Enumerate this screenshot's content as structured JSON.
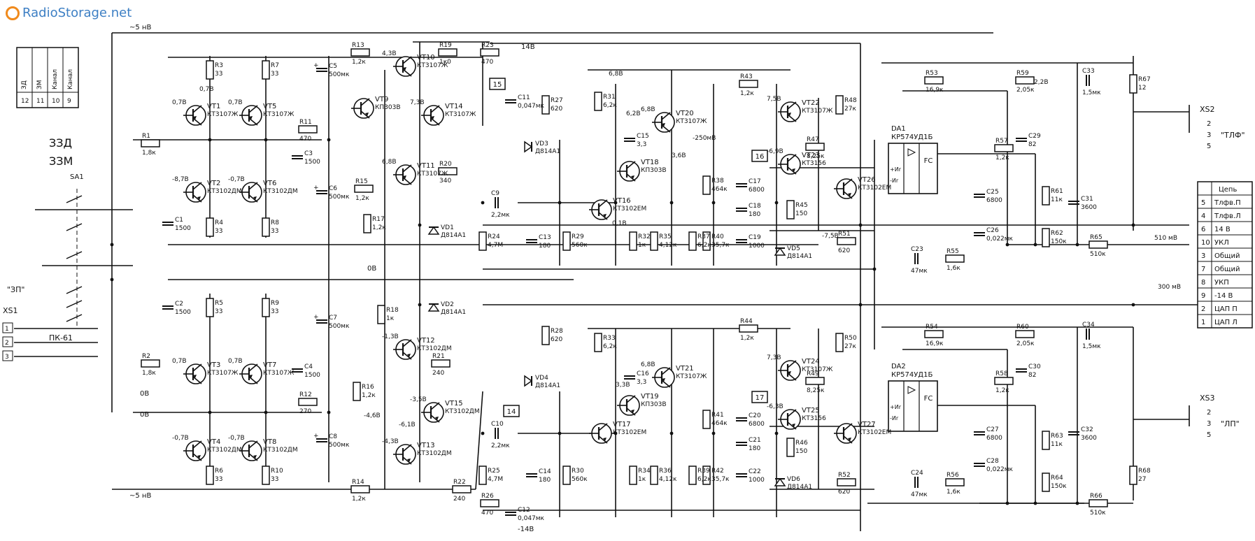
{
  "watermark": {
    "text": "RadioStorage.net"
  },
  "colors": {
    "ink": "#111111",
    "background": "#ffffff",
    "watermark": "#3d7fc4"
  },
  "rails": {
    "top": "~5 нВ",
    "bottom": "~5 нВ",
    "neg_supply": "-14В",
    "pos_supply": "14В",
    "dc_label_1": "0В",
    "dc_label_2": "0В",
    "dc_label_3": "0В"
  },
  "switch": {
    "ref": "SA1",
    "group": "ПК-61",
    "legend_1": "ЗЗД",
    "legend_2": "ЗЗМ",
    "header": [
      "ЗД",
      "ЗМ",
      "Канал",
      "Канал"
    ]
  },
  "connectors": {
    "xs1": {
      "name": "XS1",
      "quote": "\"ЗП\"",
      "pins": [
        "1",
        "2",
        "3"
      ]
    },
    "xs2": {
      "name": "XS2",
      "quote": "\"ТЛФ\"",
      "pins": [
        "2",
        "3",
        "5"
      ]
    },
    "xs3": {
      "name": "XS3",
      "quote": "\"ЛП\"",
      "pins": [
        "2",
        "3",
        "5"
      ]
    }
  },
  "pinout_table": {
    "title": "Цепь",
    "rows": [
      {
        "pin": "5",
        "name": "Тлфв.П"
      },
      {
        "pin": "4",
        "name": "Тлфв.Л"
      },
      {
        "pin": "6",
        "name": "14 В"
      },
      {
        "pin": "10",
        "name": "УКЛ"
      },
      {
        "pin": "3",
        "name": "Общий"
      },
      {
        "pin": "7",
        "name": "Общий"
      },
      {
        "pin": "8",
        "name": "УКП"
      },
      {
        "pin": "9",
        "name": "-14 В"
      },
      {
        "pin": "2",
        "name": "ЦАП П"
      },
      {
        "pin": "1",
        "name": "ЦАП Л"
      }
    ],
    "note_1": "510 мВ",
    "note_2": "300 мВ"
  },
  "ics": [
    {
      "ref": "DA1",
      "part": "КР574УД1Б",
      "pin_in1": "+Иr",
      "pin_in2": "-Иr",
      "block": "FC"
    },
    {
      "ref": "DA2",
      "part": "КР574УД1Б",
      "pin_in1": "+Иr",
      "pin_in2": "-Иr",
      "block": "FC"
    }
  ],
  "transistors": [
    {
      "ref": "VT1",
      "part": "КТ3107Ж",
      "v": "0,7В"
    },
    {
      "ref": "VT2",
      "part": "КТ3102ДМ",
      "v": "-8,7В"
    },
    {
      "ref": "VT3",
      "part": "КТ3107Ж",
      "v": "0,7В"
    },
    {
      "ref": "VT4",
      "part": "КТ3102ДМ",
      "v": "-0,7В"
    },
    {
      "ref": "VT5",
      "part": "КТ3107Ж",
      "v": "0,7В"
    },
    {
      "ref": "VT6",
      "part": "КТ3102ДМ",
      "v": "-0,7В"
    },
    {
      "ref": "VT7",
      "part": "КТ3107Ж",
      "v": "0,7В"
    },
    {
      "ref": "VT8",
      "part": "КТ3102ДМ",
      "v": "-0,7В"
    },
    {
      "ref": "VT9",
      "part": "КП303В",
      "v": ""
    },
    {
      "ref": "VT10",
      "part": "КТ3107Ж",
      "v": "4,3В"
    },
    {
      "ref": "VT11",
      "part": "КТ3107Ж",
      "v": "6,8В"
    },
    {
      "ref": "VT12",
      "part": "КТ3102ДМ",
      "v": "-1,3В"
    },
    {
      "ref": "VT13",
      "part": "КТ3102ДМ",
      "v": "-4,3В"
    },
    {
      "ref": "VT14",
      "part": "КТ3107Ж",
      "v": "7,3В"
    },
    {
      "ref": "VT15",
      "part": "КТ3102ДМ",
      "v": "-3,5В"
    },
    {
      "ref": "VT16",
      "part": "КТ3102ЕМ",
      "v": ""
    },
    {
      "ref": "VT17",
      "part": "КТ3102ЕМ",
      "v": ""
    },
    {
      "ref": "VT18",
      "part": "КП303В",
      "v": ""
    },
    {
      "ref": "VT19",
      "part": "КП303В",
      "v": ""
    },
    {
      "ref": "VT20",
      "part": "КТ3107Ж",
      "v": "6,8В"
    },
    {
      "ref": "VT21",
      "part": "КТ3107Ж",
      "v": "6,8В"
    },
    {
      "ref": "VT22",
      "part": "КТ3107Ж",
      "v": "7,5В"
    },
    {
      "ref": "VT23",
      "part": "КТ3156",
      "v": "-6,9В"
    },
    {
      "ref": "VT24",
      "part": "КТ3107Ж",
      "v": "7,3В"
    },
    {
      "ref": "VT25",
      "part": "КТ3156",
      "v": "-6,3В"
    },
    {
      "ref": "VT26",
      "part": "КТ3102ЕМ",
      "v": ""
    },
    {
      "ref": "VT27",
      "part": "КТ3102ЕМ",
      "v": ""
    }
  ],
  "resistors": [
    {
      "ref": "R1",
      "val": "1,8к"
    },
    {
      "ref": "R2",
      "val": "1,8к"
    },
    {
      "ref": "R3",
      "val": "33"
    },
    {
      "ref": "R4",
      "val": "33"
    },
    {
      "ref": "R5",
      "val": "33"
    },
    {
      "ref": "R6",
      "val": "33"
    },
    {
      "ref": "R7",
      "val": "33"
    },
    {
      "ref": "R8",
      "val": "33"
    },
    {
      "ref": "R9",
      "val": "33"
    },
    {
      "ref": "R10",
      "val": "33"
    },
    {
      "ref": "R11",
      "val": "470"
    },
    {
      "ref": "R12",
      "val": "270"
    },
    {
      "ref": "R13",
      "val": "1,2к"
    },
    {
      "ref": "R14",
      "val": "1,2к"
    },
    {
      "ref": "R15",
      "val": "1,2к"
    },
    {
      "ref": "R16",
      "val": "1,2к"
    },
    {
      "ref": "R17",
      "val": "1,2к"
    },
    {
      "ref": "R18",
      "val": "1к"
    },
    {
      "ref": "R19",
      "val": "1к0"
    },
    {
      "ref": "R20",
      "val": "340"
    },
    {
      "ref": "R21",
      "val": "240"
    },
    {
      "ref": "R22",
      "val": "240"
    },
    {
      "ref": "R23",
      "val": "470"
    },
    {
      "ref": "R24",
      "val": "4,7М"
    },
    {
      "ref": "R25",
      "val": "4,7М"
    },
    {
      "ref": "R26",
      "val": "470"
    },
    {
      "ref": "R27",
      "val": "620"
    },
    {
      "ref": "R28",
      "val": "620"
    },
    {
      "ref": "R29",
      "val": "560к"
    },
    {
      "ref": "R30",
      "val": "560к"
    },
    {
      "ref": "R31",
      "val": "6,2к"
    },
    {
      "ref": "R32",
      "val": "1к"
    },
    {
      "ref": "R33",
      "val": "6,2к"
    },
    {
      "ref": "R34",
      "val": "1к"
    },
    {
      "ref": "R35",
      "val": "4,12к"
    },
    {
      "ref": "R36",
      "val": "4,12к"
    },
    {
      "ref": "R37",
      "val": "6,2к"
    },
    {
      "ref": "R38",
      "val": "464к"
    },
    {
      "ref": "R39",
      "val": "6,2к"
    },
    {
      "ref": "R40",
      "val": "35,7к"
    },
    {
      "ref": "R41",
      "val": "464к"
    },
    {
      "ref": "R42",
      "val": "35,7к"
    },
    {
      "ref": "R43",
      "val": "1,2к"
    },
    {
      "ref": "R44",
      "val": "1,2к"
    },
    {
      "ref": "R45",
      "val": "150"
    },
    {
      "ref": "R46",
      "val": "150"
    },
    {
      "ref": "R47",
      "val": "8,25к"
    },
    {
      "ref": "R48",
      "val": "27к"
    },
    {
      "ref": "R49",
      "val": "8,25к"
    },
    {
      "ref": "R50",
      "val": "27к"
    },
    {
      "ref": "R51",
      "val": "620"
    },
    {
      "ref": "R52",
      "val": "620"
    },
    {
      "ref": "R53",
      "val": "16,9к"
    },
    {
      "ref": "R54",
      "val": "16,9к"
    },
    {
      "ref": "R55",
      "val": "1,6к"
    },
    {
      "ref": "R56",
      "val": "1,6к"
    },
    {
      "ref": "R57",
      "val": "1,2к"
    },
    {
      "ref": "R58",
      "val": "1,2к"
    },
    {
      "ref": "R59",
      "val": "2,05к"
    },
    {
      "ref": "R60",
      "val": "2,05к"
    },
    {
      "ref": "R61",
      "val": "11к"
    },
    {
      "ref": "R62",
      "val": "150к"
    },
    {
      "ref": "R63",
      "val": "11к"
    },
    {
      "ref": "R64",
      "val": "150к"
    },
    {
      "ref": "R65",
      "val": "510к"
    },
    {
      "ref": "R66",
      "val": "510к"
    },
    {
      "ref": "R67",
      "val": "12"
    },
    {
      "ref": "R68",
      "val": "27"
    }
  ],
  "capacitors": [
    {
      "ref": "C1",
      "val": "1500"
    },
    {
      "ref": "C2",
      "val": "1500"
    },
    {
      "ref": "C3",
      "val": "1500"
    },
    {
      "ref": "C4",
      "val": "1500"
    },
    {
      "ref": "C5",
      "val": "500мк"
    },
    {
      "ref": "C6",
      "val": "500мк"
    },
    {
      "ref": "C7",
      "val": "500мк"
    },
    {
      "ref": "C8",
      "val": "500мк"
    },
    {
      "ref": "C9",
      "val": "2,2мк"
    },
    {
      "ref": "C10",
      "val": "2,2мк"
    },
    {
      "ref": "C11",
      "val": "0,047мк"
    },
    {
      "ref": "C12",
      "val": "0,047мк"
    },
    {
      "ref": "C13",
      "val": "180"
    },
    {
      "ref": "C14",
      "val": "180"
    },
    {
      "ref": "C15",
      "val": "3,3"
    },
    {
      "ref": "C16",
      "val": "3,3"
    },
    {
      "ref": "C17",
      "val": "6800"
    },
    {
      "ref": "C18",
      "val": "180"
    },
    {
      "ref": "C19",
      "val": "1000"
    },
    {
      "ref": "C20",
      "val": "6800"
    },
    {
      "ref": "C21",
      "val": "180"
    },
    {
      "ref": "C22",
      "val": "1000"
    },
    {
      "ref": "C23",
      "val": "47мк"
    },
    {
      "ref": "C24",
      "val": "47мк"
    },
    {
      "ref": "C25",
      "val": "6800"
    },
    {
      "ref": "C26",
      "val": "0,022мк"
    },
    {
      "ref": "C27",
      "val": "6800"
    },
    {
      "ref": "C28",
      "val": "0,022мк"
    },
    {
      "ref": "C29",
      "val": "82"
    },
    {
      "ref": "C30",
      "val": "82"
    },
    {
      "ref": "C31",
      "val": "3600"
    },
    {
      "ref": "C32",
      "val": "3600"
    },
    {
      "ref": "C33",
      "val": "1,5мк"
    },
    {
      "ref": "C34",
      "val": "1,5мк"
    }
  ],
  "diodes": [
    {
      "ref": "VD1",
      "part": "Д814А1"
    },
    {
      "ref": "VD2",
      "part": "Д814А1"
    },
    {
      "ref": "VD3",
      "part": "Д814А1"
    },
    {
      "ref": "VD4",
      "part": "Д814А1"
    },
    {
      "ref": "VD5",
      "part": "Д814А1"
    },
    {
      "ref": "VD6",
      "part": "Д814А1"
    }
  ],
  "test_points": [
    "15",
    "16",
    "14",
    "17"
  ],
  "voltages": [
    "0,7В",
    "-6,1В",
    "6,8В",
    "2,2В",
    "-250мВ",
    "-7,5В",
    "3,6В",
    "0,1В",
    "-4,6В",
    "6,2В",
    "3,3В"
  ]
}
